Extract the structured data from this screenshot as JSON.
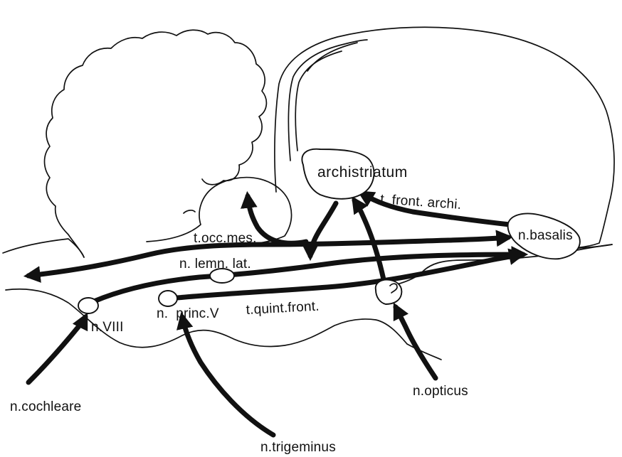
{
  "diagram": {
    "nuclei": {
      "archistriatum": "archistriatum",
      "basalis": "n.basalis",
      "lemniscus": "n. lemn. lat.",
      "viii": "n.VIII",
      "princ_v": "n.  princ.V"
    },
    "tracts": {
      "occ_mes": "t.occ.mes.",
      "front_archi": "t. front. archi.",
      "quint_front": "t.quint.front."
    },
    "nerves": {
      "cochleare": "n.cochleare",
      "trigeminus": "n.trigeminus",
      "opticus": "n.opticus"
    }
  }
}
